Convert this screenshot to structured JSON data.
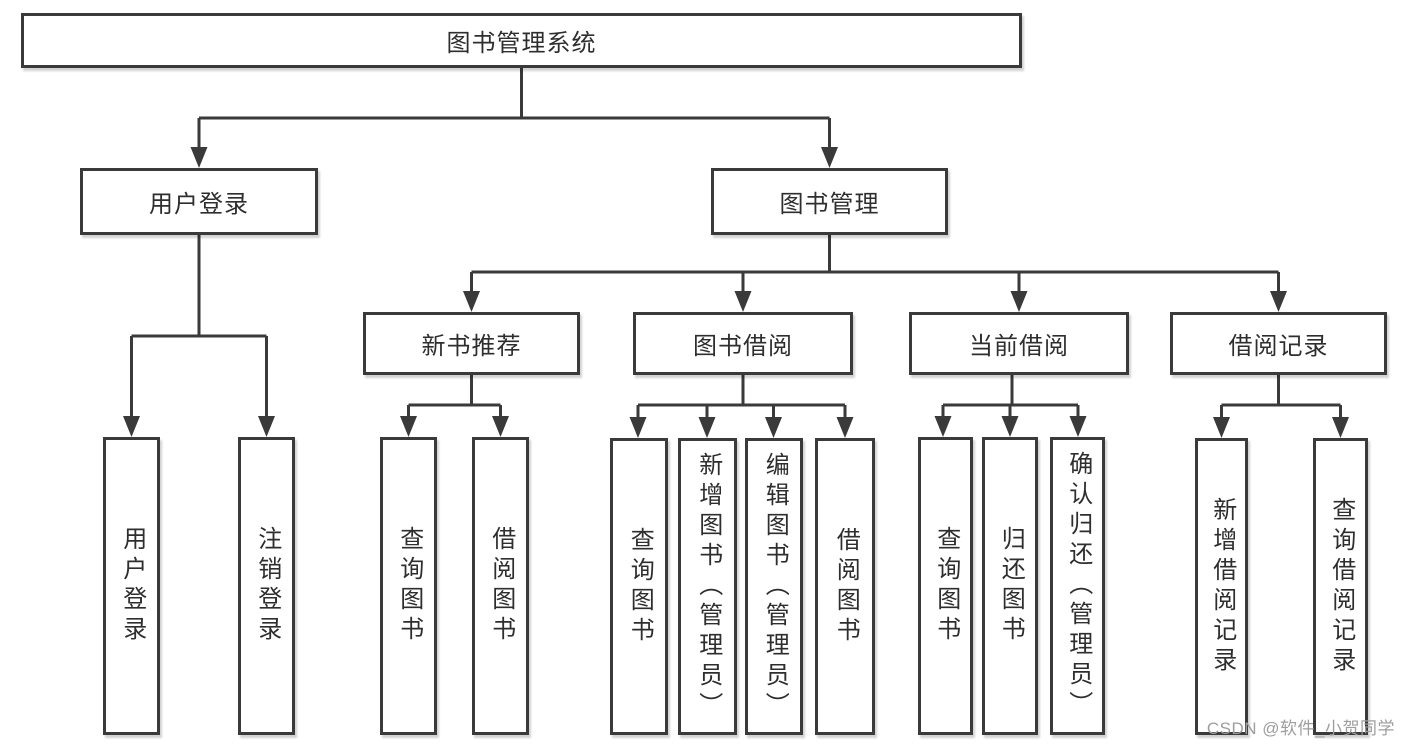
{
  "root": {
    "label": "图书管理系统"
  },
  "branches": {
    "user_login": {
      "label": "用户登录",
      "children": {
        "login": "用户登录",
        "logout": "注销登录"
      }
    },
    "book_mgmt": {
      "label": "图书管理",
      "sections": {
        "new_book": {
          "label": "新书推荐",
          "children": {
            "query": "查询图书",
            "borrow": "借阅图书"
          }
        },
        "borrow": {
          "label": "图书借阅",
          "children": {
            "query": "查询图书",
            "add": "新增图书（管理员）",
            "edit": "编辑图书（管理员）",
            "borrow": "借阅图书"
          }
        },
        "current": {
          "label": "当前借阅",
          "children": {
            "query": "查询图书",
            "return": "归还图书",
            "confirm": "确认归还（管理员）"
          }
        },
        "records": {
          "label": "借阅记录",
          "children": {
            "add": "新增借阅记录",
            "query": "查询借阅记录"
          }
        }
      }
    }
  },
  "watermark": "CSDN @软件_小贺同学",
  "colors": {
    "line": "#3a3a3a",
    "text": "#2e2e2e",
    "box_background": "#ffffff",
    "watermark": "#9e9e9e"
  }
}
